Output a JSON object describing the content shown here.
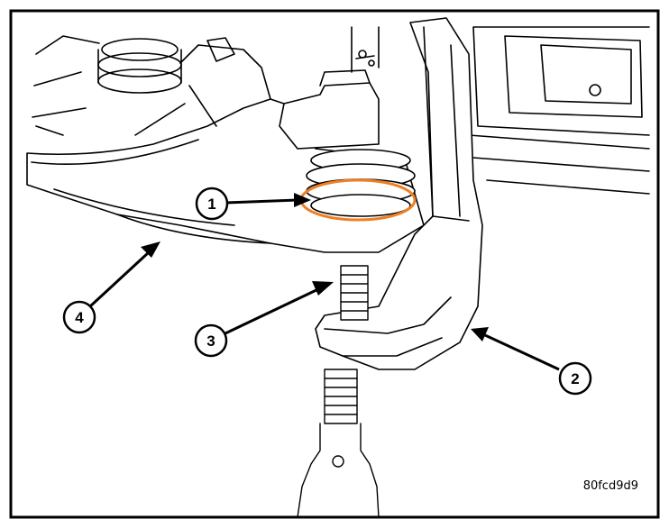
{
  "figure": {
    "image_code": "80fcd9d9",
    "callouts": [
      {
        "number": "1"
      },
      {
        "number": "2"
      },
      {
        "number": "3"
      },
      {
        "number": "4"
      }
    ],
    "highlight_color": "#f07f22",
    "line_color": "#000000",
    "background_color": "#ffffff"
  }
}
